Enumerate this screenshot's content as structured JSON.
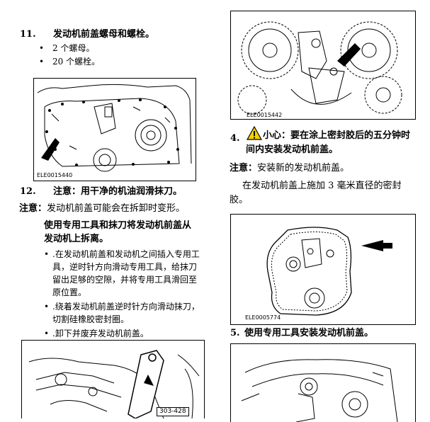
{
  "left": {
    "step11": {
      "number": "11.",
      "title": "发动机前盖螺母和螺栓。",
      "items": [
        "2 个螺母。",
        "20 个螺栓。"
      ]
    },
    "fig1_id": "ELE0015440",
    "step12": {
      "number": "12.",
      "caution": "注意：用干净的机油润滑抹刀。"
    },
    "note": {
      "label": "注意：",
      "text": "发动机前盖可能会在拆卸时变形。"
    },
    "instruction": "使用专用工具和抹刀将发动机前盖从发动机上拆离。",
    "bullets": [
      ".在发动机前盖和发动机之间插入专用工具，逆时针方向滑动专用工具，给抹刀留出足够的空隙，并将专用工具滑回至原位置。",
      ".绕着发动机前盖逆时针方向滑动抹刀，切割硅橡胶密封圈。",
      ".卸下并废弃发动机前盖。"
    ],
    "fig3_tool": "303-428"
  },
  "right": {
    "fig2_id": "ELE0015442",
    "step4": {
      "number": "4.",
      "warning_label": "小心：",
      "text": "要在涂上密封胶后的五分钟时间内安装发动机前盖。"
    },
    "note": {
      "label": "注意：",
      "text": "安装新的发动机前盖。"
    },
    "paragraph": "在发动机前盖上施加 3 毫米直径的密封胶。",
    "fig4_id": "ELE0005774",
    "step5": {
      "number": "5.",
      "title": "使用专用工具安装发动机前盖。"
    }
  }
}
